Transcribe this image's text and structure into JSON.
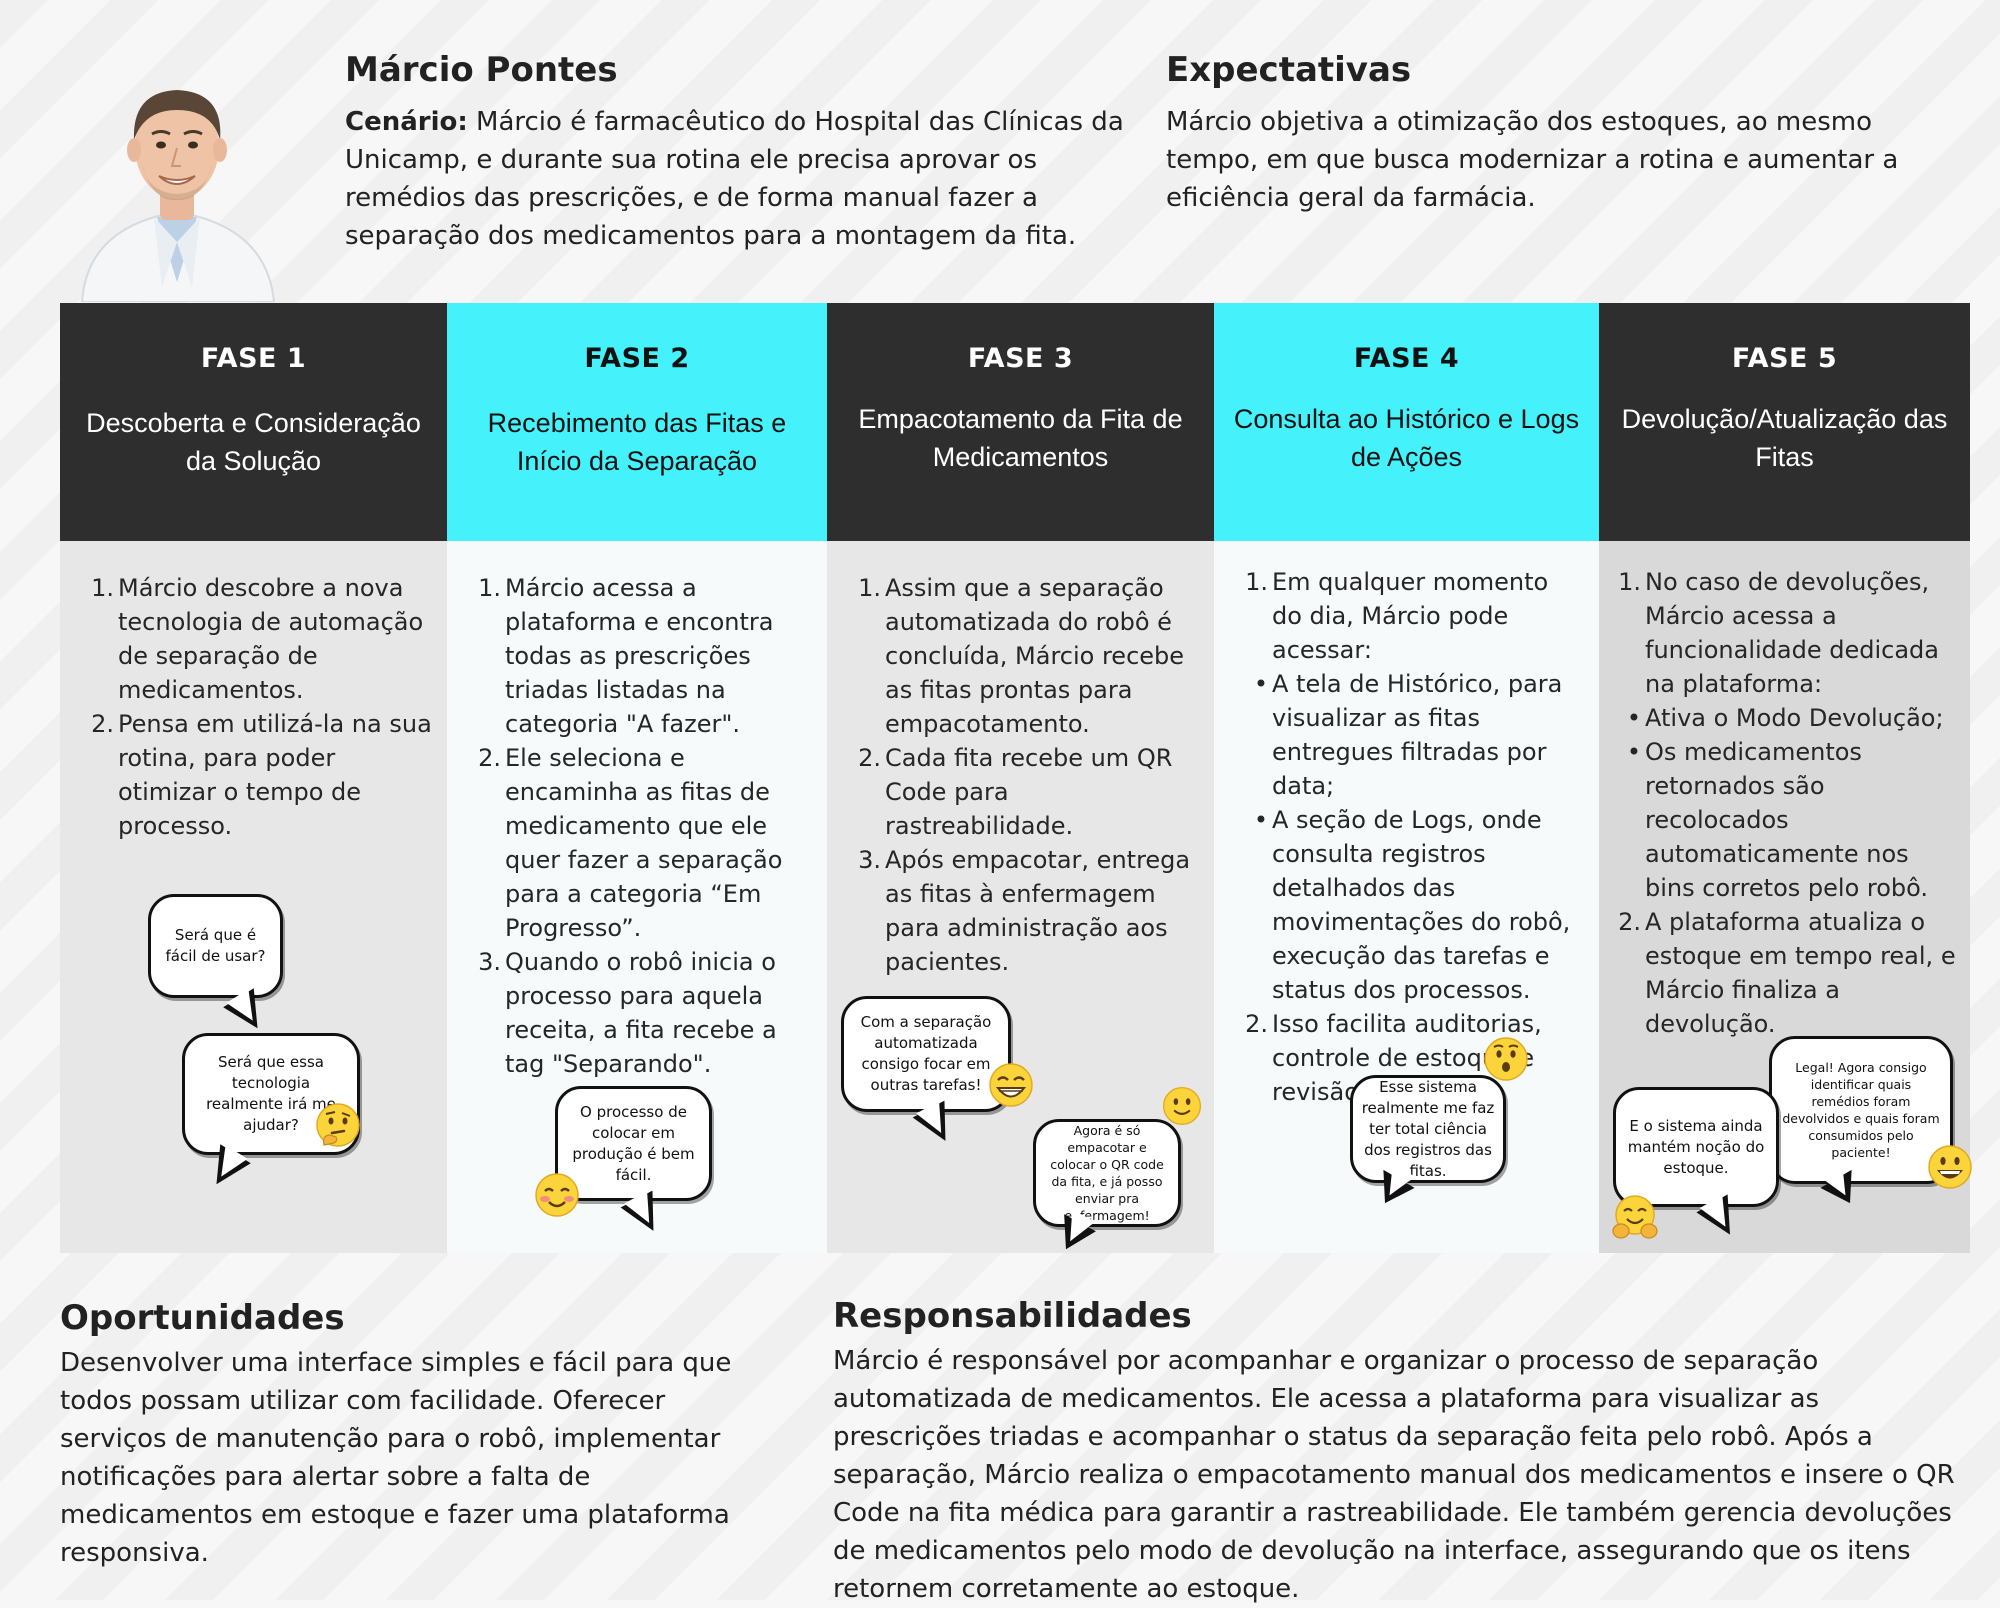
{
  "persona": {
    "name": "Márcio Pontes",
    "scenario_label": "Cenário:",
    "scenario_text": "Márcio é farmacêutico do Hospital das Clínicas da Unicamp, e durante sua rotina ele precisa aprovar os remédios das prescrições, e de forma manual fazer a separação dos medicamentos para a montagem da fita."
  },
  "expectations": {
    "title": "Expectativas",
    "text": "Márcio objetiva a otimização dos estoques, ao mesmo tempo, em que busca modernizar a rotina e aumentar a eficiência geral da farmácia."
  },
  "phases": [
    {
      "label": "FASE 1",
      "title": "Descoberta e Consideração da Solução",
      "items": [
        {
          "marker": "1.",
          "text": "Márcio descobre a nova tecnologia de automação de separação de medicamentos."
        },
        {
          "marker": "2.",
          "text": "Pensa em utilizá-la na sua rotina, para poder otimizar o tempo de processo."
        }
      ],
      "bubbles": [
        "Será que é fácil de usar?",
        "Será que essa tecnologia realmente irá me ajudar?"
      ]
    },
    {
      "label": "FASE 2",
      "title": "Recebimento das Fitas e Início da Separação",
      "items": [
        {
          "marker": "1.",
          "text": "Márcio acessa a plataforma e encontra todas as prescrições triadas listadas na categoria \"A fazer\"."
        },
        {
          "marker": "2.",
          "text": "Ele seleciona e encaminha as fitas de medicamento que ele quer fazer a separação para a categoria “Em Progresso”."
        },
        {
          "marker": "3.",
          "text": "Quando o robô inicia o processo para aquela receita, a fita recebe a tag \"Separando\"."
        }
      ],
      "bubbles": [
        "O processo de colocar em produção é bem fácil."
      ]
    },
    {
      "label": "FASE 3",
      "title": "Empacotamento da Fita de Medicamentos",
      "items": [
        {
          "marker": "1.",
          "text": "Assim que a separação automatizada do robô é concluída, Márcio recebe as fitas prontas para empacotamento."
        },
        {
          "marker": "2.",
          "text": "Cada fita recebe um QR Code para rastreabilidade."
        },
        {
          "marker": "3.",
          "text": "Após empacotar, entrega as fitas à enfermagem para administração aos pacientes."
        }
      ],
      "bubbles": [
        "Com a separação automatizada consigo focar em outras tarefas!",
        "Agora é só empacotar e colocar o QR code da fita, e já posso enviar pra enfermagem!"
      ]
    },
    {
      "label": "FASE 4",
      "title": "Consulta ao Histórico e Logs de Ações",
      "items": [
        {
          "marker": "1.",
          "text": "Em qualquer momento do dia, Márcio pode acessar:"
        },
        {
          "marker": "•",
          "text": "A tela de Histórico, para visualizar as fitas entregues filtradas por data;"
        },
        {
          "marker": "•",
          "text": "A seção de Logs, onde consulta registros detalhados das movimentações do robô, execução das tarefas e status dos processos."
        },
        {
          "marker": "2.",
          "text": "Isso facilita auditorias, controle de estoque e revisão do fluxo."
        }
      ],
      "bubbles": [
        "Esse sistema realmente me faz ter total ciência dos registros das fitas."
      ]
    },
    {
      "label": "FASE 5",
      "title": "Devolução/Atualização das Fitas",
      "items": [
        {
          "marker": "1.",
          "text": "No caso de devoluções, Márcio acessa a funcionalidade dedicada na plataforma:"
        },
        {
          "marker": "•",
          "text": "Ativa o Modo Devolução;"
        },
        {
          "marker": "•",
          "text": "Os medicamentos retornados são recolocados automaticamente nos bins corretos pelo robô."
        },
        {
          "marker": "2.",
          "text": "A plataforma atualiza o estoque em tempo real, e Márcio finaliza a devolução."
        }
      ],
      "bubbles": [
        "E o sistema ainda mantém noção do estoque.",
        "Legal! Agora consigo identificar quais remédios foram devolvidos e quais foram consumidos pelo paciente!"
      ]
    }
  ],
  "opportunities": {
    "title": "Oportunidades",
    "text": "Desenvolver uma interface simples e fácil para que todos possam utilizar com facilidade. Oferecer serviços de manutenção para o robô, implementar notificações para alertar sobre a falta de medicamentos em estoque e fazer uma plataforma responsiva."
  },
  "responsibilities": {
    "title": "Responsabilidades",
    "text": "Márcio é responsável por acompanhar e organizar o processo de separação automatizada de medicamentos. Ele acessa a plataforma para visualizar as prescrições triadas e acompanhar o status da separação feita pelo robô. Após a separação, Márcio realiza o empacotamento manual dos medicamentos e insere o QR Code na fita médica para garantir a rastreabilidade. Ele também gerencia devoluções de medicamentos  pelo modo de devolução na interface, assegurando que os itens retornem corretamente ao estoque."
  },
  "colors": {
    "dark_header": "#2e2e2e",
    "cyan_header": "#45f2fb",
    "emoji_yellow": "#fbd43c"
  },
  "icons": [
    "thinking-face-emoji",
    "smiling-blush-emoji",
    "grinning-emoji",
    "slightly-smiling-emoji",
    "surprised-face-emoji",
    "hugging-face-emoji",
    "big-smile-emoji"
  ]
}
